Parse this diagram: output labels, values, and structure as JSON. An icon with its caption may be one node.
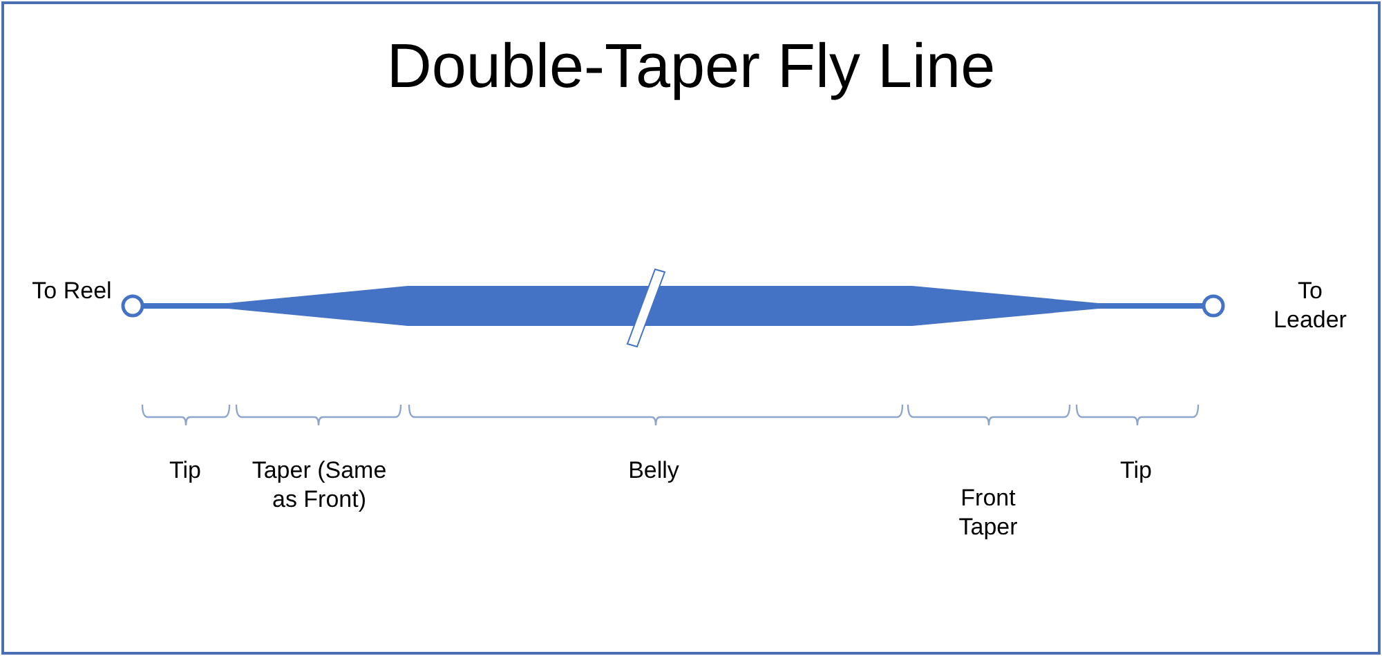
{
  "diagram": {
    "title": "Double-Taper Fly Line",
    "labels": [
      "To Reel",
      "To Leader",
      "Tip",
      "Taper (Same as Front)",
      "Belly",
      "Front Taper",
      "Tip"
    ]
  }
}
